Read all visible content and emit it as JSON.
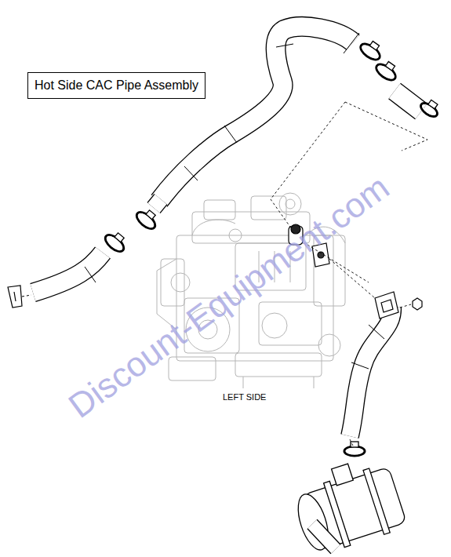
{
  "diagram": {
    "nodes": [
      {
        "text": [
          "Hot Side CAC Pipe Assembly"
        ]
      }
    ],
    "labels": [
      "LEFT SIDE",
      "Discount-Equipment.com"
    ]
  }
}
